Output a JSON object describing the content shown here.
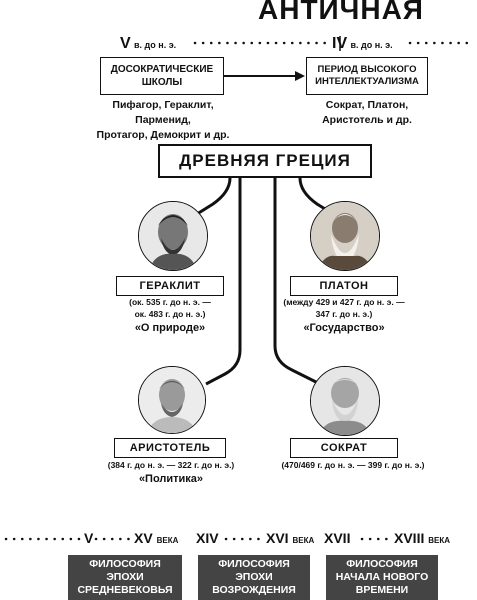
{
  "title": "АНТИЧНАЯ",
  "timeline_top": {
    "left_numeral": "V",
    "left_suffix": "в. до н. э.",
    "right_numeral": "IV",
    "right_suffix": "в. до н. э."
  },
  "box_left": {
    "line1": "ДОСОКРАТИЧЕСКИЕ",
    "line2": "ШКОЛЫ"
  },
  "box_left_names": {
    "line1": "Пифагор, Гераклит, Парменид,",
    "line2": "Протагор, Демокрит и др."
  },
  "box_right": {
    "line1": "ПЕРИОД ВЫСОКОГО",
    "line2": "ИНТЕЛЛЕКТУАЛИЗМА"
  },
  "box_right_names": {
    "line1": "Сократ, Платон,",
    "line2": "Аристотель и др."
  },
  "center_title": "ДРЕВНЯЯ ГРЕЦИЯ",
  "philosophers": {
    "heraclitus": {
      "name": "ГЕРАКЛИТ",
      "dates1": "(ок. 535 г. до н. э. —",
      "dates2": "ок. 483 г. до н. э.)",
      "work": "«О природе»"
    },
    "plato": {
      "name": "ПЛАТОН",
      "dates1": "(между 429 и 427 г. до н. э. —",
      "dates2": "347 г. до н. э.)",
      "work": "«Государство»"
    },
    "aristotle": {
      "name": "АРИСТОТЕЛЬ",
      "dates1": "(384 г. до н. э. — 322 г. до н. э.)",
      "work": "«Политика»"
    },
    "socrates": {
      "name": "СОКРАТ",
      "dates1": "(470/469 г. до н. э. — 399 г. до н. э.)"
    }
  },
  "timeline_bottom": {
    "c1": "V",
    "c2": "XV",
    "c2_suffix": "ВЕКА",
    "c3": "XIV",
    "c4": "XVI",
    "c4_suffix": "ВЕКА",
    "c5": "XVII",
    "c6": "XVIII",
    "c6_suffix": "ВЕКА"
  },
  "bottom_boxes": {
    "b1": {
      "line1": "ФИЛОСОФИЯ",
      "line2": "ЭПОХИ",
      "line3": "СРЕДНЕВЕКОВЬЯ"
    },
    "b2": {
      "line1": "ФИЛОСОФИЯ",
      "line2": "ЭПОХИ",
      "line3": "ВОЗРОЖДЕНИЯ"
    },
    "b3": {
      "line1": "ФИЛОСОФИЯ",
      "line2": "НАЧАЛА НОВОГО",
      "line3": "ВРЕМЕНИ"
    }
  },
  "colors": {
    "ink": "#111111",
    "dark_box": "#444444"
  }
}
